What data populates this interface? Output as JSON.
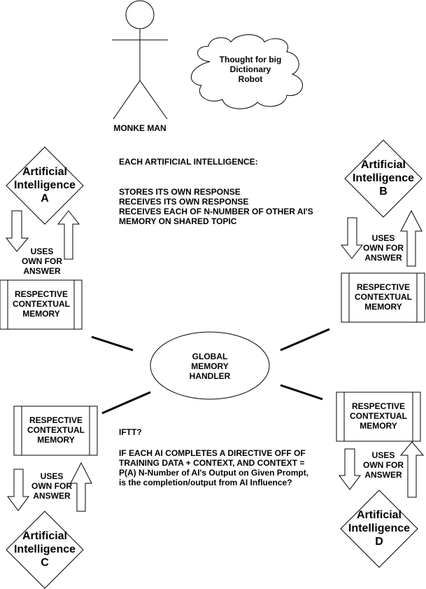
{
  "stick_figure": {
    "label": "MONKE MAN"
  },
  "thought_cloud": {
    "lines": [
      "Thought for big",
      "Dictionary",
      "Robot"
    ]
  },
  "description": {
    "heading": "EACH ARTIFICIAL INTELLIGENCE:",
    "lines": [
      "STORES ITS OWN RESPONSE",
      "RECEIVES ITS OWN RESPONSE",
      "RECEIVES EACH OF N-NUMBER OF OTHER AI'S",
      "MEMORY ON SHARED TOPIC"
    ]
  },
  "global_memory": {
    "lines": [
      "GLOBAL",
      "MEMORY",
      "HANDLER"
    ]
  },
  "question": {
    "title": "IFTT?",
    "lines": [
      "IF EACH AI COMPLETES A DIRECTIVE OFF OF",
      "TRAINING DATA + CONTEXT, AND CONTEXT =",
      "P(A) N-Number of AI's Output on Given Prompt,",
      "is the completion/output from AI Influence?"
    ]
  },
  "ai_units": [
    {
      "id": "a",
      "ai_lines": [
        "Artificial",
        "Intelligence",
        "A"
      ],
      "memory_lines": [
        "RESPECTIVE",
        "CONTEXTUAL",
        "MEMORY"
      ],
      "uses_lines": [
        "USES",
        "OWN FOR",
        "ANSWER"
      ]
    },
    {
      "id": "b",
      "ai_lines": [
        "Artificial",
        "Intelligence",
        "B"
      ],
      "memory_lines": [
        "RESPECTIVE",
        "CONTEXTUAL",
        "MEMORY"
      ],
      "uses_lines": [
        "USES",
        "OWN FOR",
        "ANSWER"
      ]
    },
    {
      "id": "c",
      "ai_lines": [
        "Artificial",
        "Intelligence",
        "C"
      ],
      "memory_lines": [
        "RESPECTIVE",
        "CONTEXTUAL",
        "MEMORY"
      ],
      "uses_lines": [
        "USES",
        "OWN FOR",
        "ANSWER"
      ]
    },
    {
      "id": "d",
      "ai_lines": [
        "Artificial",
        "Intelligence",
        "D"
      ],
      "memory_lines": [
        "RESPECTIVE",
        "CONTEXTUAL",
        "MEMORY"
      ],
      "uses_lines": [
        "USES",
        "OWN FOR",
        "ANSWER"
      ]
    }
  ]
}
